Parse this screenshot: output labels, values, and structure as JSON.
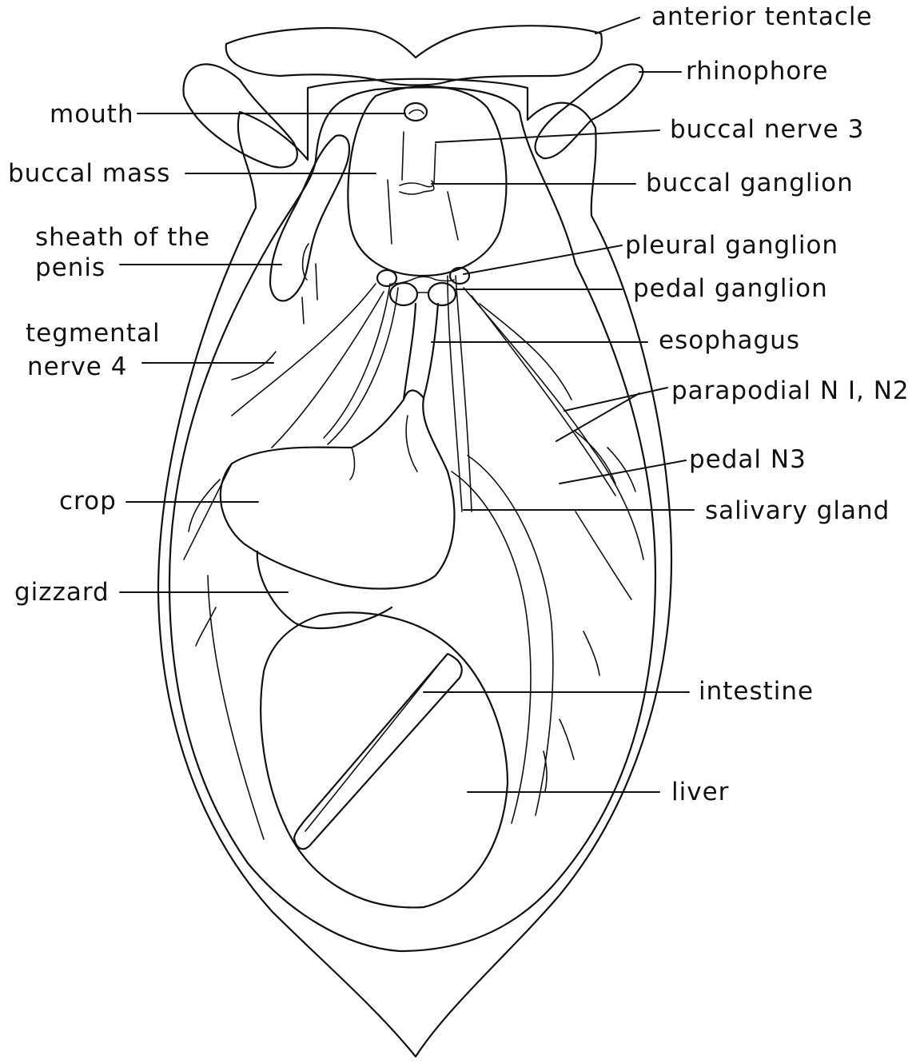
{
  "labels": {
    "anterior_tentacle": "anterior tentacle",
    "rhinophore": "rhinophore",
    "mouth": "mouth",
    "buccal_nerve_3": "buccal nerve 3",
    "buccal_mass": "buccal mass",
    "buccal_ganglion": "buccal ganglion",
    "sheath_line1": "sheath of the",
    "sheath_line2": "penis",
    "pleural_ganglion": "pleural ganglion",
    "pedal_ganglion": "pedal ganglion",
    "tegmental_line1": "tegmental",
    "tegmental_line2": "nerve 4",
    "esophagus": "esophagus",
    "parapodial": "parapodial N I, N2",
    "pedal_n3": "pedal N3",
    "crop": "crop",
    "salivary_gland": "salivary gland",
    "gizzard": "gizzard",
    "intestine": "intestine",
    "liver": "liver"
  },
  "colors": {
    "ink": "#111111",
    "background": "#ffffff"
  }
}
